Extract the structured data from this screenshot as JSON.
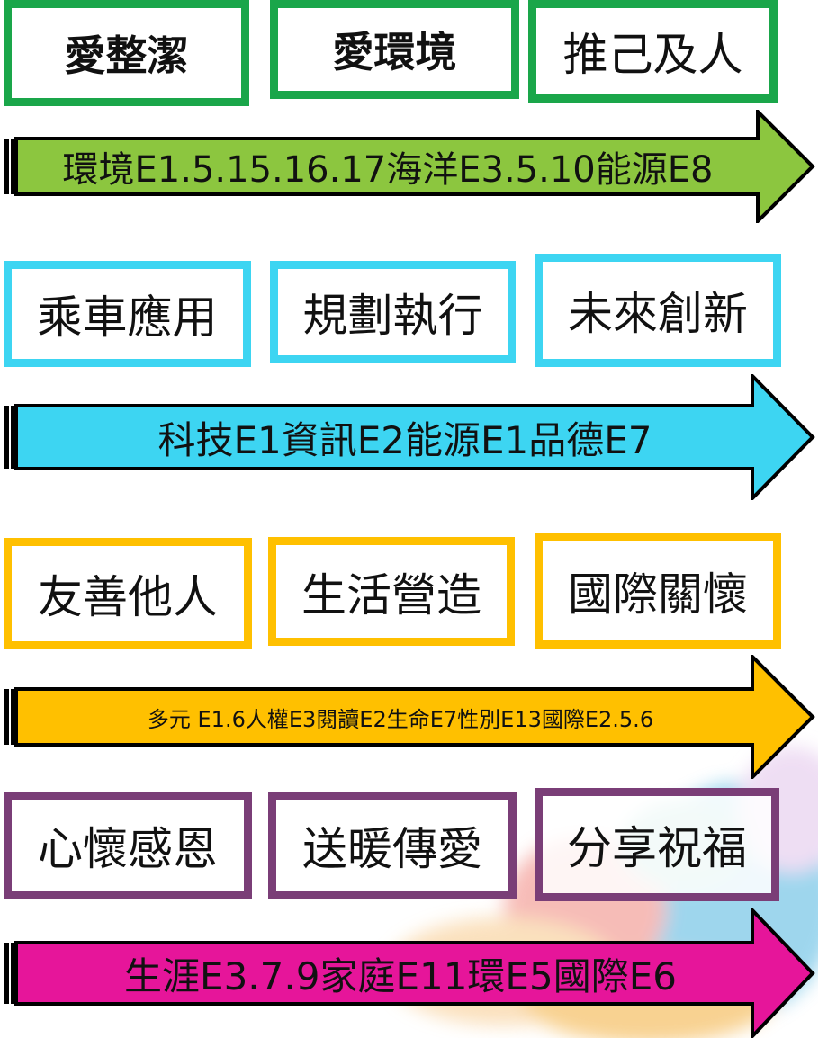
{
  "rows": [
    {
      "color": "#1aa64a",
      "boxes": [
        "愛整潔",
        "愛環境",
        "推己及人"
      ],
      "arrow_label": "環境E1.5.15.16.17海洋E3.5.10能源E8",
      "arrow_color": "#8cc63f"
    },
    {
      "color": "#3dd5f2",
      "boxes": [
        "乘車應用",
        "規劃執行",
        "未來創新"
      ],
      "arrow_label": "科技E1資訊E2能源E1品德E7",
      "arrow_color": "#3dd5f2"
    },
    {
      "color": "#ffc000",
      "boxes": [
        "友善他人",
        "生活營造",
        "國際關懷"
      ],
      "arrow_label": "多元 E1.6人權E3閱讀E2生命E7性別E13國際E2.5.6",
      "arrow_color": "#ffc000"
    },
    {
      "color": "#7a3e77",
      "boxes": [
        "心懷感恩",
        "送暖傳愛",
        "分享祝福"
      ],
      "arrow_label": "生涯E3.7.9家庭E11環E5國際E6",
      "arrow_color": "#e6159a"
    }
  ]
}
